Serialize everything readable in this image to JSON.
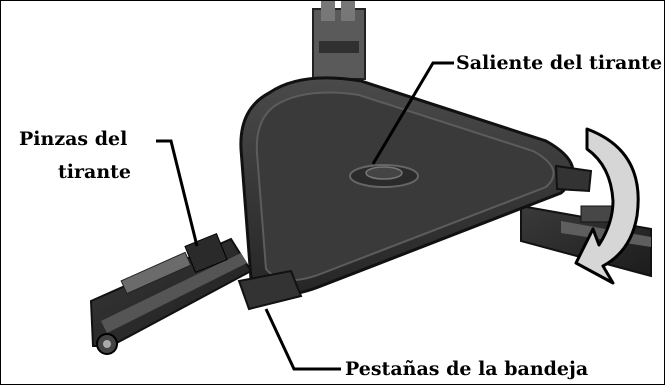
{
  "image": {
    "description_free": true,
    "colors": {
      "tray": "#3b3b3b",
      "tray_rim": "#555555",
      "legs": "#2d2d2d",
      "arrow_fill": "#d6d6d6",
      "background": "#ffffff"
    },
    "icons": [
      "curved-rotation-arrow-icon"
    ]
  },
  "labels": {
    "saliente": "Saliente del tirante",
    "pinzas_line1": "Pinzas del",
    "pinzas_line2": "tirante",
    "pestanas": "Pestañas de  la bandeja"
  }
}
